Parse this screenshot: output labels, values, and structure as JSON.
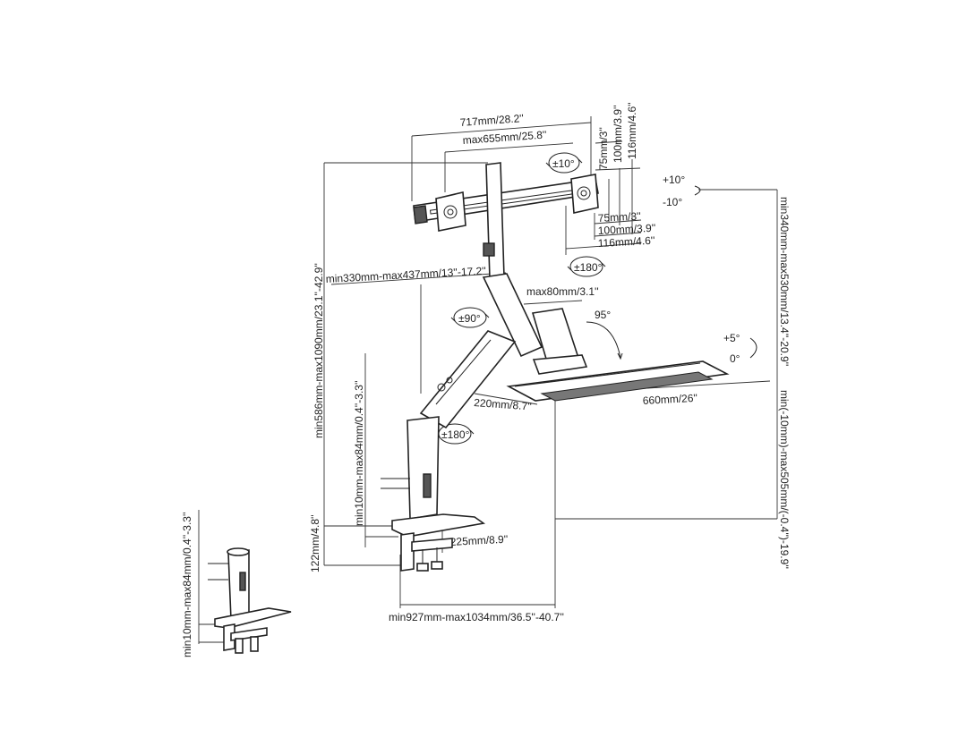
{
  "dimensions": {
    "arm_width": "717mm/28.2''",
    "max_arm_span": "max655mm/25.8''",
    "vesa_75_top": "75mm/3''",
    "vesa_100_top": "100mm/3.9''",
    "vesa_116_top": "116mm/4.6''",
    "vesa_75": "75mm/3''",
    "vesa_100": "100mm/3.9''",
    "vesa_116": "116mm/4.6''",
    "total_height": "min586mm-max1090mm/23.1''-42.9''",
    "upper_reach": "min330mm-max437mm/13''-17.2''",
    "keyboard_depth_offset": "max80mm/3.1''",
    "tray_height": "min340mm-max530mm/13.4''-20.9''",
    "tray_depth": "220mm/8.7''",
    "tray_width": "660mm/26''",
    "clamp_range": "min10mm-max84mm/0.4''-3.3''",
    "lower_tray": "min(-10mm)-max505mm/(-0.4'')-19.9''",
    "base_height": "122mm/4.8''",
    "base_depth": "225mm/8.9''",
    "total_reach": "min927mm-max1034mm/36.5''-40.7''",
    "inset_clamp_range": "min10mm-max84mm/0.4''-3.3''"
  },
  "angles": {
    "tilt_pos": "+10°",
    "tilt_neg": "-10°",
    "rotate_10": "±10°",
    "rotate_180_top": "±180°",
    "rotate_90": "±90°",
    "rotate_180_bottom": "±180°",
    "tray_angle": "95°",
    "tray_tilt_pos": "+5°",
    "tray_tilt_zero": "0°"
  }
}
